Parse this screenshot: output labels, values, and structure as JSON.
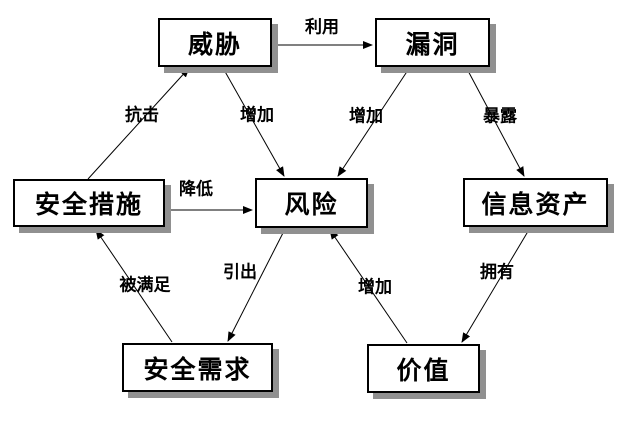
{
  "diagram": {
    "nodes": [
      {
        "id": "threat",
        "label": "威胁"
      },
      {
        "id": "vulnerability",
        "label": "漏洞"
      },
      {
        "id": "security-measures",
        "label": "安全措施"
      },
      {
        "id": "risk",
        "label": "风险"
      },
      {
        "id": "information-assets",
        "label": "信息资产"
      },
      {
        "id": "security-requirements",
        "label": "安全需求"
      },
      {
        "id": "value",
        "label": "价值"
      }
    ],
    "edges": [
      {
        "from": "威胁",
        "to": "漏洞",
        "label": "利用"
      },
      {
        "from": "安全措施",
        "to": "威胁",
        "label": "抗击"
      },
      {
        "from": "威胁",
        "to": "风险",
        "label": "增加"
      },
      {
        "from": "漏洞",
        "to": "风险",
        "label": "增加"
      },
      {
        "from": "漏洞",
        "to": "信息资产",
        "label": "暴露"
      },
      {
        "from": "安全措施",
        "to": "风险",
        "label": "降低"
      },
      {
        "from": "安全需求",
        "to": "安全措施",
        "label": "被满足"
      },
      {
        "from": "风险",
        "to": "安全需求",
        "label": "引出"
      },
      {
        "from": "价值",
        "to": "风险",
        "label": "增加"
      },
      {
        "from": "信息资产",
        "to": "价值",
        "label": "拥有"
      }
    ],
    "colors": {
      "background": "#ffffff",
      "box_fill": "#ffffff",
      "box_border": "#000000",
      "box_shadow": "#909090",
      "line": "#000000",
      "text": "#000000"
    }
  }
}
